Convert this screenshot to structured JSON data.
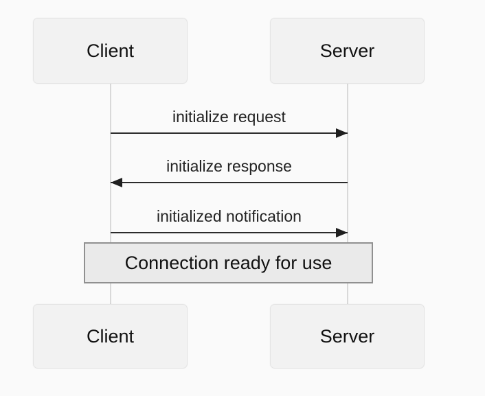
{
  "diagram": {
    "type": "sequence",
    "actors": [
      {
        "id": "client",
        "label": "Client"
      },
      {
        "id": "server",
        "label": "Server"
      }
    ],
    "messages": [
      {
        "from": "client",
        "to": "server",
        "direction": "right",
        "label": "initialize request"
      },
      {
        "from": "server",
        "to": "client",
        "direction": "left",
        "label": "initialize response"
      },
      {
        "from": "client",
        "to": "server",
        "direction": "right",
        "label": "initialized notification"
      }
    ],
    "note": {
      "span": "client-server",
      "label": "Connection ready for use"
    },
    "colors": {
      "background": "#fafafa",
      "actor_fill": "#f2f2f2",
      "actor_border": "#e4e4e4",
      "lifeline": "#d9d9d9",
      "arrow": "#2b2b2b",
      "text": "#111111",
      "note_fill": "#eaeaea",
      "note_border": "#909090"
    }
  }
}
